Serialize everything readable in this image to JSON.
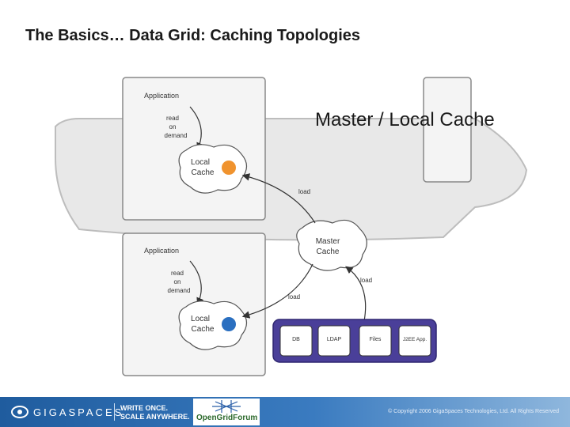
{
  "slide": {
    "title": "The Basics… Data Grid: Caching Topologies",
    "overlay_label": "Master / Local Cache"
  },
  "diagram": {
    "top_app": {
      "label": "Application",
      "read_text": [
        "read",
        "on",
        "demand"
      ],
      "cache_label": [
        "Local",
        "Cache"
      ],
      "dot_color": "#f0932e"
    },
    "bottom_app": {
      "label": "Application",
      "read_text": [
        "read",
        "on",
        "demand"
      ],
      "cache_label": [
        "Local",
        "Cache"
      ],
      "dot_color": "#2a6fc0"
    },
    "master": {
      "label": [
        "Master",
        "Cache"
      ]
    },
    "load_labels": [
      "load",
      "load",
      "load"
    ],
    "data_sources": [
      "DB",
      "LDAP",
      "Files",
      "J2EE App."
    ]
  },
  "footer": {
    "logo_text": "GIGASPACES",
    "slogan_line1": "WRITE ONCE.",
    "slogan_line2": "SCALE ANYWHERE.",
    "partner_logo": "OpenGridForum",
    "copyright": "© Copyright 2006 GigaSpaces Technologies, Ltd. All Rights Reserved",
    "accent_color": "#2a67a8"
  }
}
